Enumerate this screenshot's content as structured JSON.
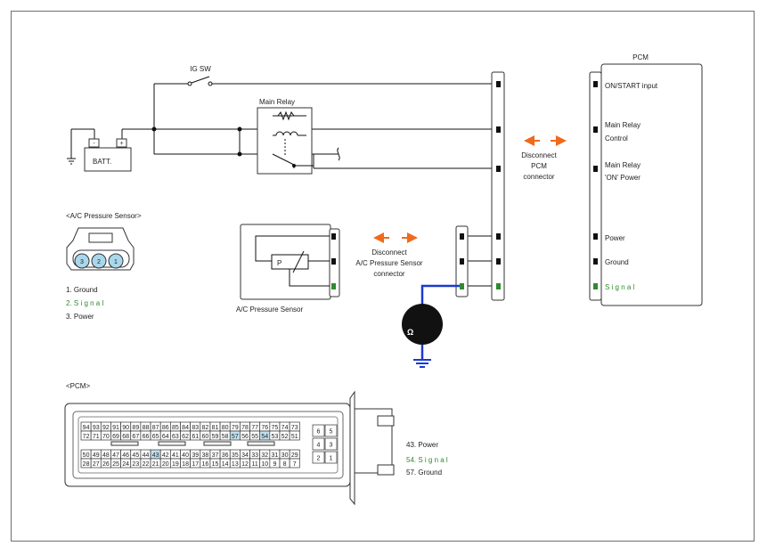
{
  "labels": {
    "ig_sw": "IG SW",
    "main_relay": "Main Relay",
    "batt": "BATT.",
    "batt_minus": "-",
    "batt_plus": "+",
    "pcm_title": "PCM",
    "on_start_input": "ON/START input",
    "main_relay_control_1": "Main Relay",
    "main_relay_control_2": "Control",
    "main_relay_on_power_1": "Main Relay",
    "main_relay_on_power_2": "'ON' Power",
    "power": "Power",
    "ground": "Ground",
    "signal": "S i g n a l",
    "disconnect_pcm_1": "Disconnect",
    "disconnect_pcm_2": "PCM",
    "disconnect_pcm_3": "connector",
    "disconnect_sensor_1": "Disconnect",
    "disconnect_sensor_2": "A/C Pressure Sensor",
    "disconnect_sensor_3": "connector",
    "sensor_header": "<A/C Pressure Sensor>",
    "sensor_name": "A/C Pressure Sensor",
    "sensor_p": "P",
    "sensor_pin_1": "1. Ground",
    "sensor_pin_2": "2. S   i g n a l",
    "sensor_pin_3": "3. Power",
    "meter_symbol": "Ω",
    "pcm_header": "<PCM>",
    "pcm_pin_43": "43. Power",
    "pcm_pin_54": "54. S   i g n a l",
    "pcm_pin_57": "57. Ground"
  },
  "sensor_connector_pins": [
    "3",
    "2",
    "1"
  ],
  "pcm_connector": {
    "row1": [
      "94",
      "93",
      "92",
      "91",
      "90",
      "89",
      "88",
      "87",
      "86",
      "85",
      "84",
      "83",
      "82",
      "81",
      "80",
      "79",
      "78",
      "77",
      "76",
      "75",
      "74",
      "73"
    ],
    "row2": [
      "72",
      "71",
      "70",
      "69",
      "68",
      "67",
      "66",
      "65",
      "64",
      "63",
      "62",
      "61",
      "60",
      "59",
      "58",
      "57",
      "56",
      "55",
      "54",
      "53",
      "52",
      "51"
    ],
    "row3": [
      "50",
      "49",
      "48",
      "47",
      "46",
      "45",
      "44",
      "43",
      "42",
      "41",
      "40",
      "39",
      "38",
      "37",
      "36",
      "35",
      "34",
      "33",
      "32",
      "31",
      "30",
      "29"
    ],
    "row4": [
      "28",
      "27",
      "26",
      "25",
      "24",
      "23",
      "22",
      "21",
      "20",
      "19",
      "18",
      "17",
      "16",
      "15",
      "14",
      "13",
      "12",
      "11",
      "10",
      "9",
      "8",
      "7"
    ],
    "small_grid": [
      [
        "6",
        "5"
      ],
      [
        "4",
        "3"
      ],
      [
        "2",
        "1"
      ]
    ],
    "highlighted": [
      "43",
      "54",
      "57"
    ]
  },
  "colors": {
    "wire": "#111111",
    "signal_wire": "#1a3ad0",
    "arrow": "#f06a1a",
    "signal_green": "#2e8b2e",
    "highlight": "#bfe0ee",
    "sensor_pin": "#a9d8ec"
  }
}
